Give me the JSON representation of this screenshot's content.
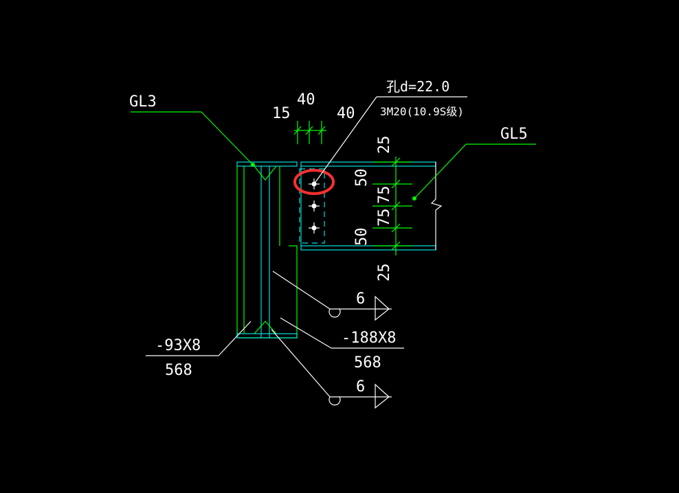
{
  "members": {
    "left_beam": "GL3",
    "right_beam": "GL5"
  },
  "bolts": {
    "hole_label": "孔d=22.0",
    "spec_label": "3M20(10.9S级)"
  },
  "dimensions": {
    "top": [
      "15",
      "40",
      "40"
    ],
    "vertical": [
      "25",
      "50",
      "75",
      "75",
      "50",
      "25"
    ]
  },
  "welds": {
    "upper_size": "6",
    "lower_size": "6"
  },
  "plates": {
    "left_plate_size": "-93X8",
    "left_plate_length": "568",
    "right_plate_size": "-188X8",
    "right_plate_length": "568"
  },
  "colors": {
    "background": "#000000",
    "member_lines": "#00ff00",
    "section_lines": "#00e0e0",
    "annotations": "#ffffff",
    "highlight_marker": "#ff3030"
  }
}
